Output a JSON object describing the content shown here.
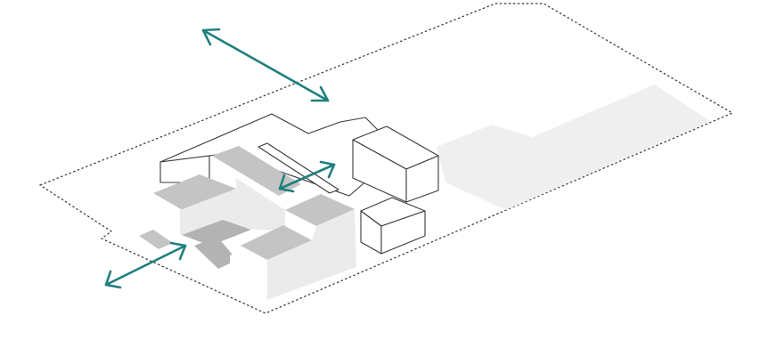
{
  "diagram": {
    "type": "isometric-site-massing",
    "colors": {
      "accent_arrow": "#1f7f7f",
      "courtyard_void": "#c4c4c4",
      "building_wall": "#ebebeb",
      "future_footprint": "#efefef",
      "boundary_line": "#333333"
    },
    "arrows": [
      {
        "id": "arrow-top",
        "style": "double-headed"
      },
      {
        "id": "arrow-center",
        "style": "double-headed"
      },
      {
        "id": "arrow-left",
        "style": "double-headed"
      }
    ],
    "legend": null
  }
}
